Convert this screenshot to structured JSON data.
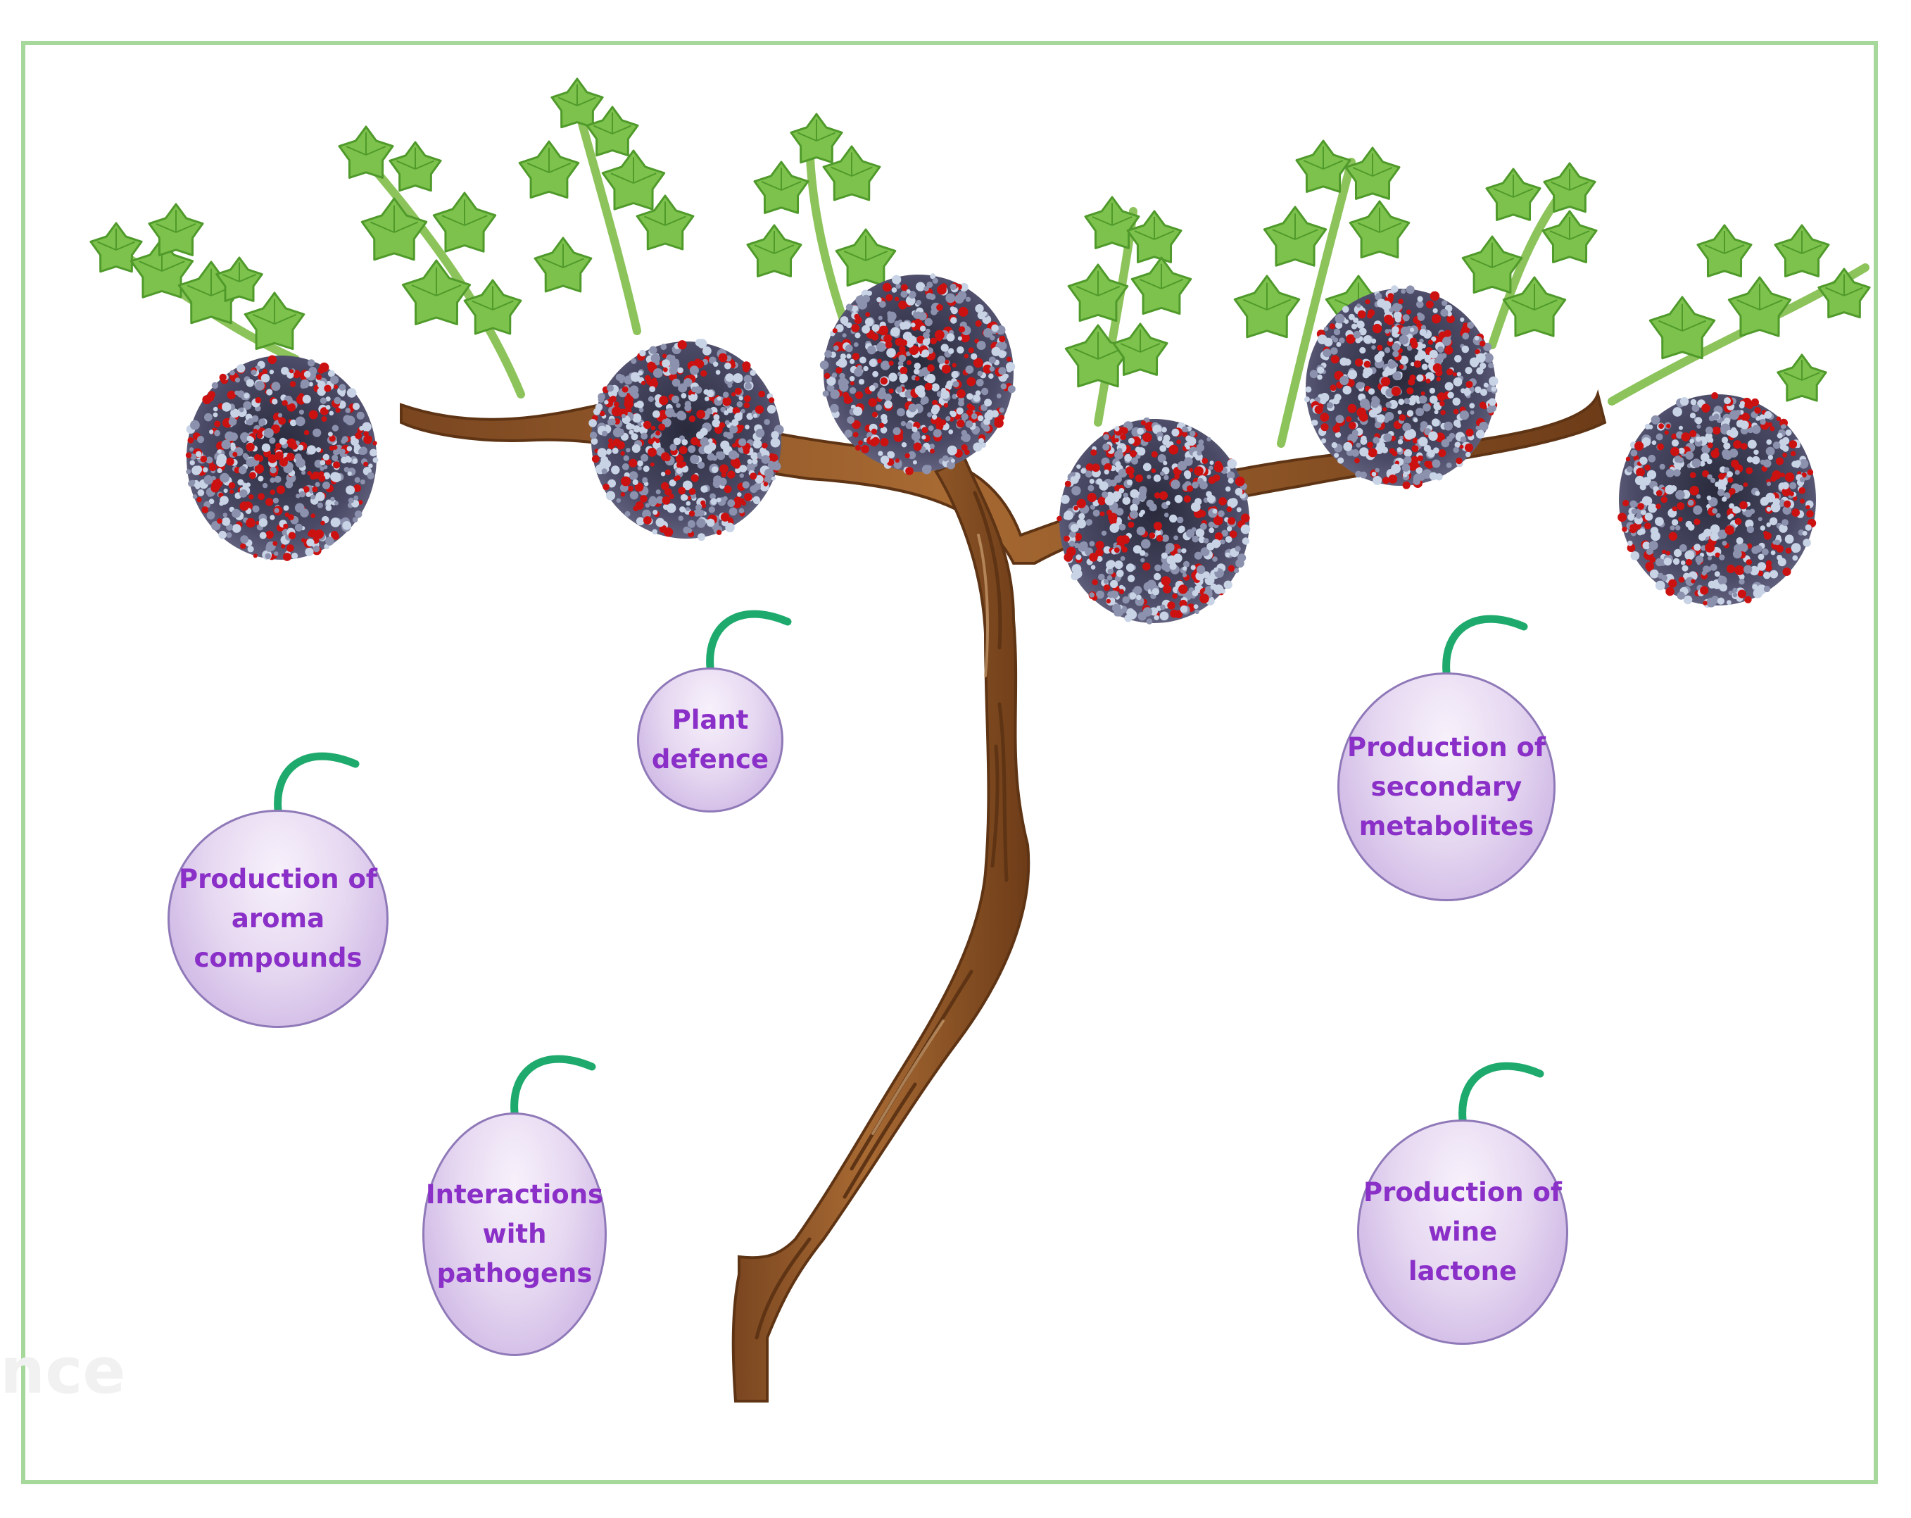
{
  "diagram": {
    "watermark_text": "nce",
    "colors": {
      "frame": "#a6d79b",
      "leaf": "#7dc24c",
      "stem": "#8cc35a",
      "trunk": "#9b5f2c",
      "trunk_dark": "#5e3414",
      "fruit_fill": "#d8c3ec",
      "fruit_border": "#8f79b8",
      "fruit_text": "#8a2fc7",
      "hook": "#1faa6d",
      "cluster_dark": "#3b3b55",
      "cluster_red": "#cc1111",
      "cluster_light": "#c8d3e6"
    },
    "functions": [
      {
        "id": "aroma",
        "label": "Production of\naroma\ncompounds"
      },
      {
        "id": "defence",
        "label": "Plant\ndefence"
      },
      {
        "id": "secondary",
        "label": "Production of\nsecondary\nmetabolites"
      },
      {
        "id": "pathogens",
        "label": "Interactions\nwith\npathogens"
      },
      {
        "id": "lactone",
        "label": "Production of\nwine\nlactone"
      }
    ]
  }
}
